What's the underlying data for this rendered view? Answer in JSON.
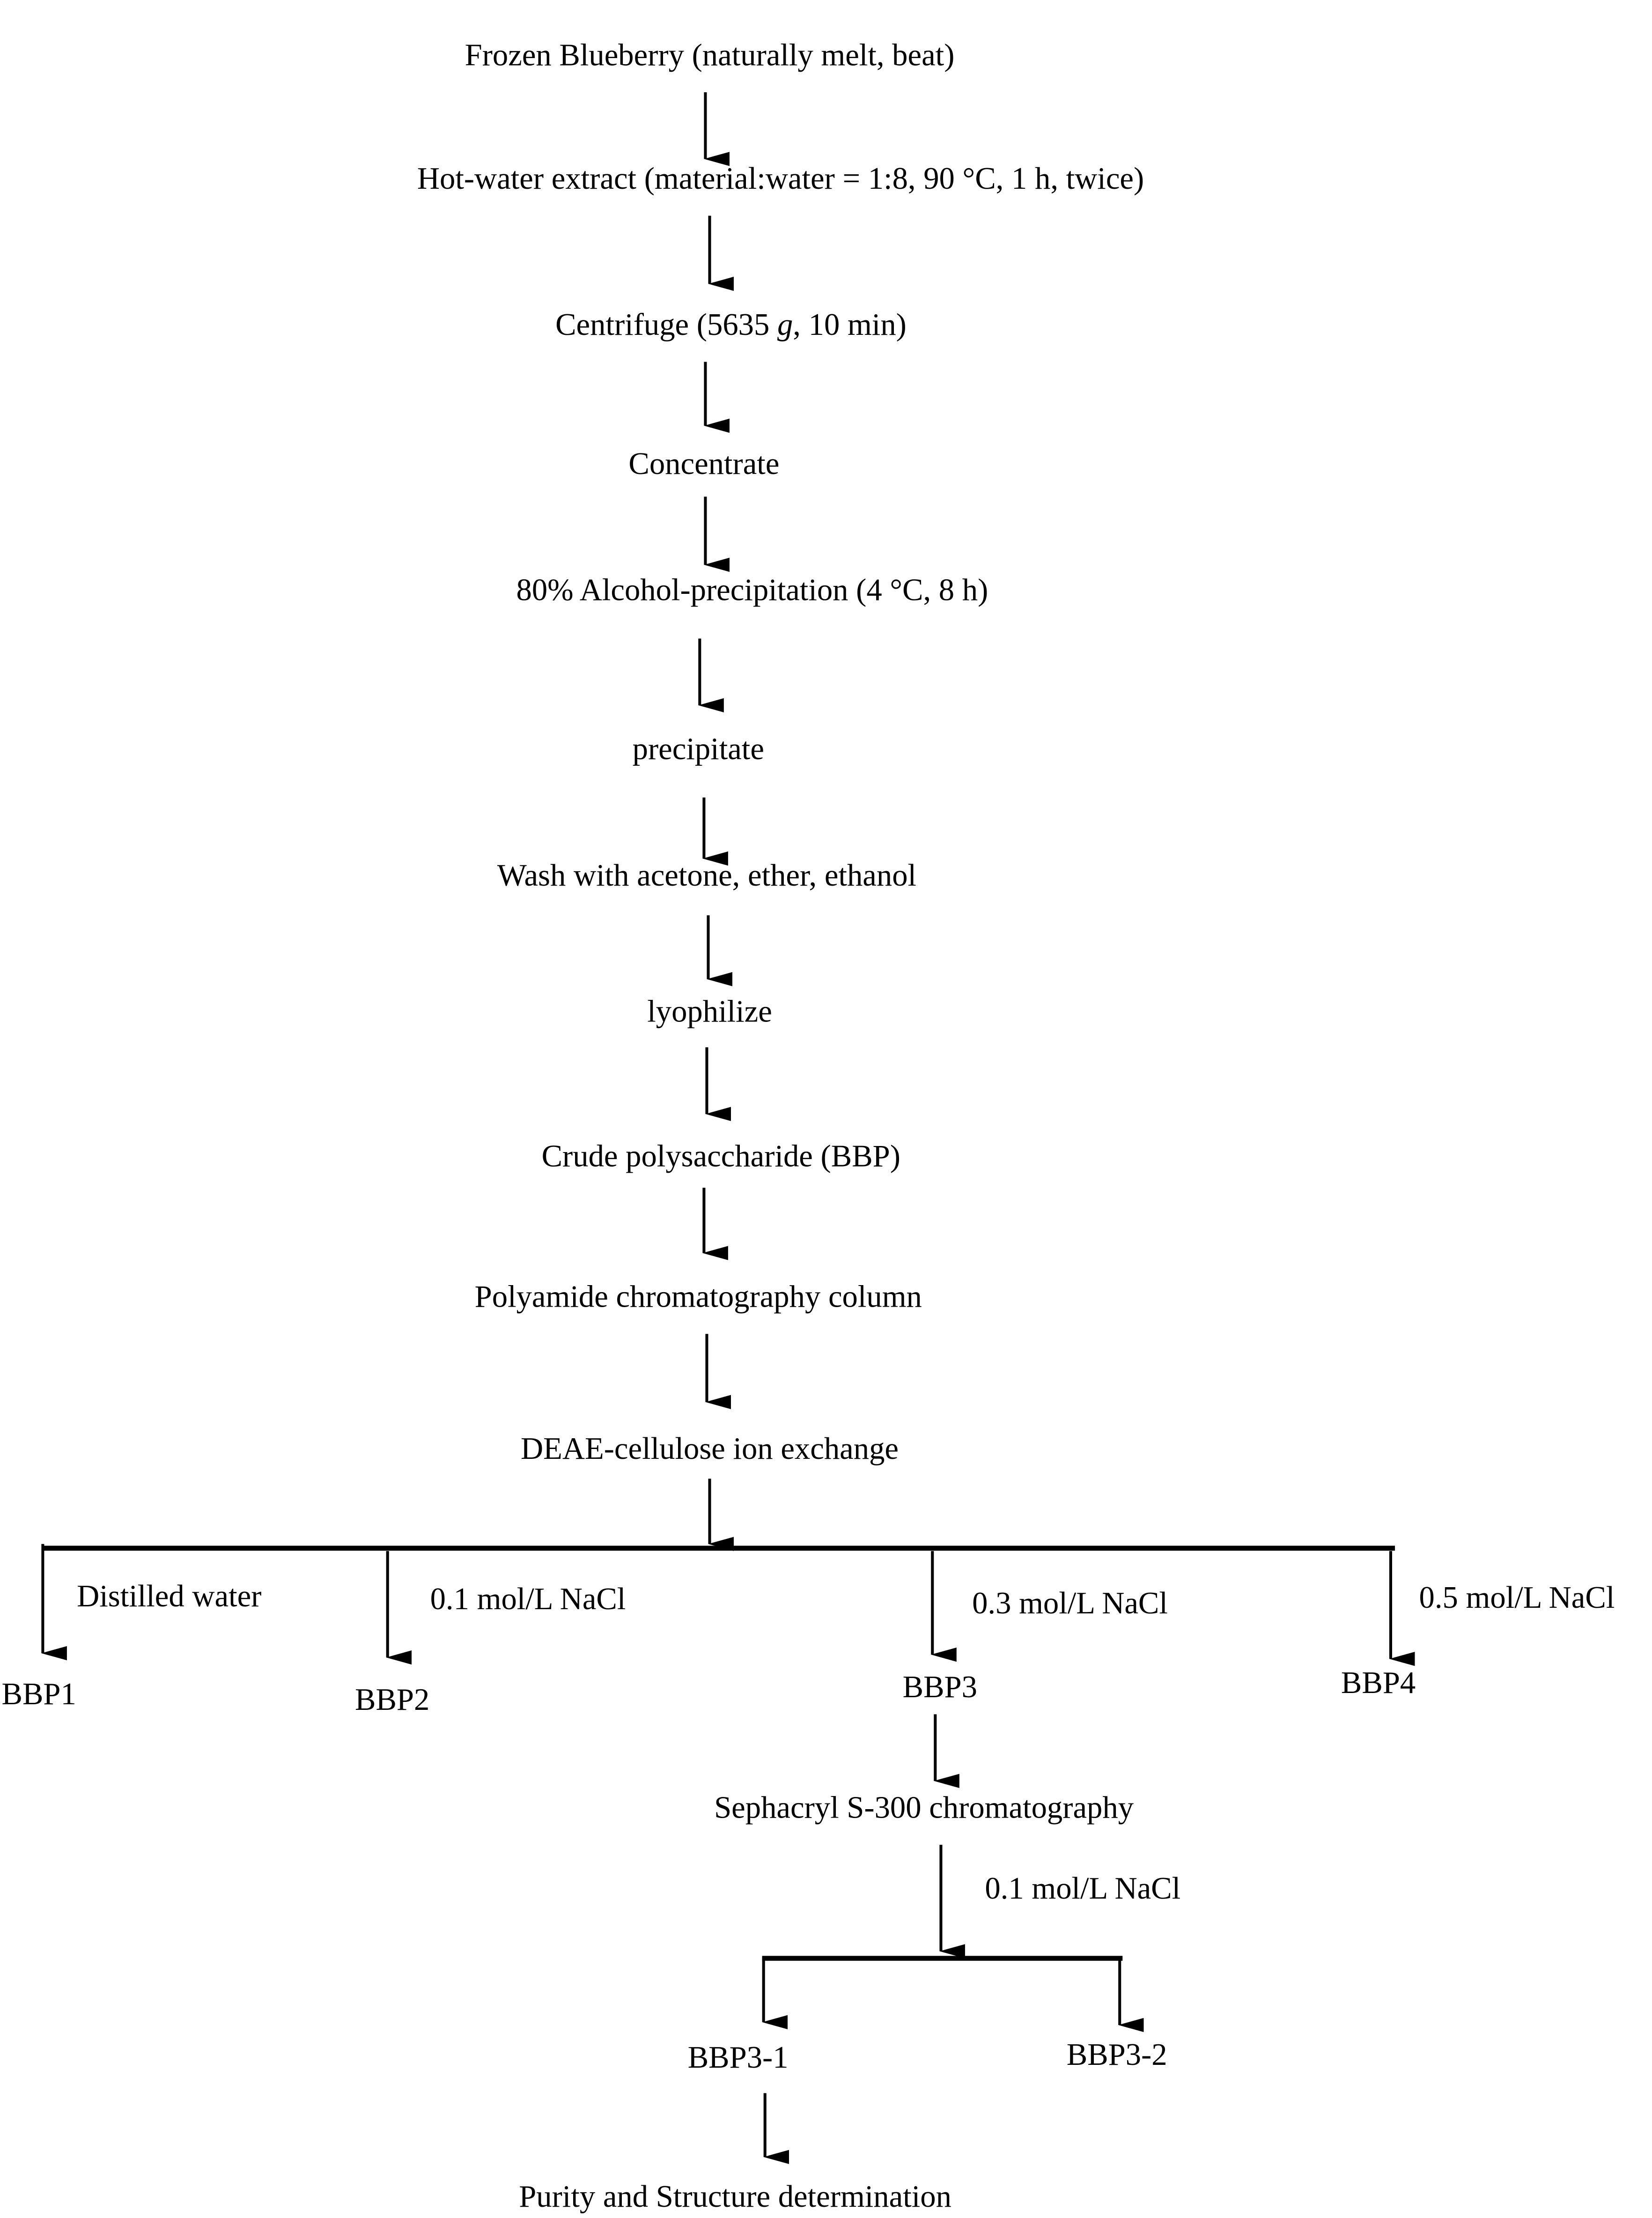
{
  "steps": {
    "s1": "Frozen Blueberry (naturally melt, beat)",
    "s2": "Hot-water extract (material:water = 1:8, 90 °C, 1 h, twice)",
    "s3_pre": "Centrifuge (5635 ",
    "s3_italic": "g",
    "s3_post": ", 10 min)",
    "s4": "Concentrate",
    "s5": "80% Alcohol-precipitation (4 °C, 8 h)",
    "s6": "precipitate",
    "s7": "Wash with acetone, ether, ethanol",
    "s8": "lyophilize",
    "s9": "Crude polysaccharide (BBP)",
    "s10": "Polyamide chromatography column",
    "s11": "DEAE-cellulose ion exchange"
  },
  "branches": [
    {
      "eluent": "Distilled water",
      "product": "BBP1"
    },
    {
      "eluent": "0.1 mol/L NaCl",
      "product": "BBP2"
    },
    {
      "eluent": "0.3 mol/L NaCl",
      "product": "BBP3"
    },
    {
      "eluent": "0.5 mol/L NaCl",
      "product": "BBP4"
    }
  ],
  "sub": {
    "step": "Sephacryl S-300 chromatography",
    "eluent": "0.1 mol/L NaCl",
    "products": [
      "BBP3-1",
      "BBP3-2"
    ],
    "final": "Purity and Structure determination"
  }
}
